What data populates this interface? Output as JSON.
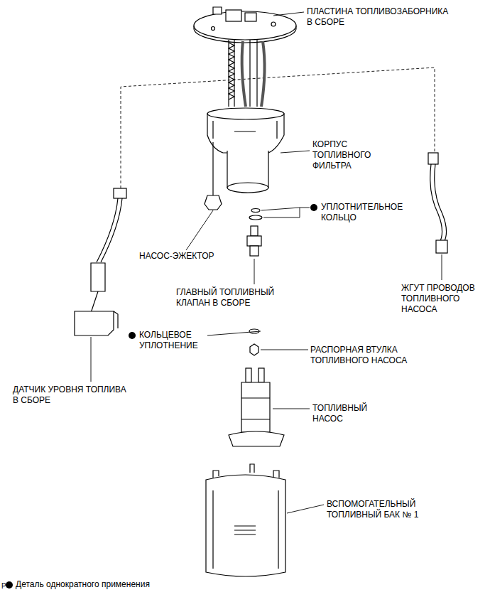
{
  "diagram": {
    "labels": [
      "ПЛАСТИНА ТОПЛИВОЗАБОРНИКА В СБОРЕ",
      "КОРПУС ТОПЛИВНОГО ФИЛЬТРА",
      "УПЛОТНИТЕЛЬНОЕ КОЛЬЦО",
      "НАСОС-ЭЖЕКТОР",
      "ГЛАВНЫЙ ТОПЛИВНЫЙ КЛАПАН В СБОРЕ",
      "ЖГУТ ПРОВОДОВ ТОПЛИВНОГО НАСОСА",
      "КОЛЬЦЕВОЕ УПЛОТНЕНИЕ",
      "РАСПОРНАЯ ВТУЛКА ТОПЛИВНОГО НАСОСА",
      "ДАТЧИК УРОВНЯ ТОПЛИВА В СБОРЕ",
      "ТОПЛИВНЫЙ НАСОС",
      "ВСПОМОГАТЕЛЬНЫЙ ТОПЛИВНЫЙ БАК № 1",
      "P"
    ],
    "legend": [
      {
        "text": "Деталь однократного применения"
      }
    ]
  }
}
